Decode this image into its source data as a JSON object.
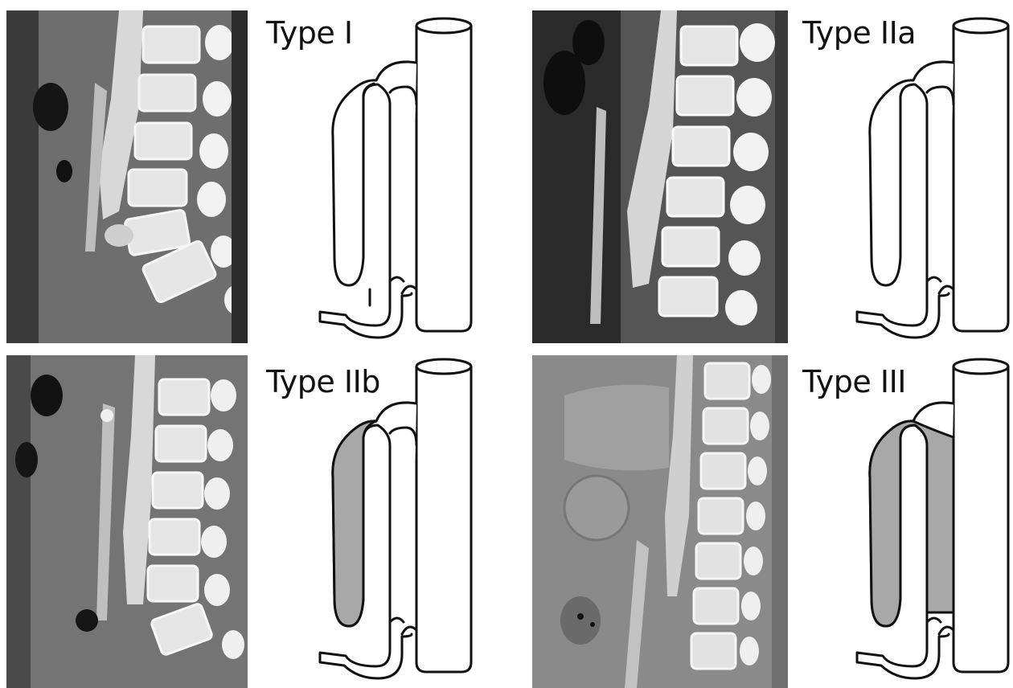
{
  "figure": {
    "panels": [
      {
        "id": "type-1",
        "label": "Type I",
        "cyst": "none"
      },
      {
        "id": "type-2a",
        "label": "Type IIa",
        "cyst": "none"
      },
      {
        "id": "type-2b",
        "label": "Type IIb",
        "cyst": "posterior-shaded"
      },
      {
        "id": "type-3",
        "label": "Type III",
        "cyst": "full-length-shaded"
      }
    ],
    "colors": {
      "cyst_fill": "#a8a8a8",
      "outline": "#111111",
      "ct_background": "#777777",
      "vertebra": "#e9e9e9",
      "vessel": "#d4d4d4"
    }
  }
}
